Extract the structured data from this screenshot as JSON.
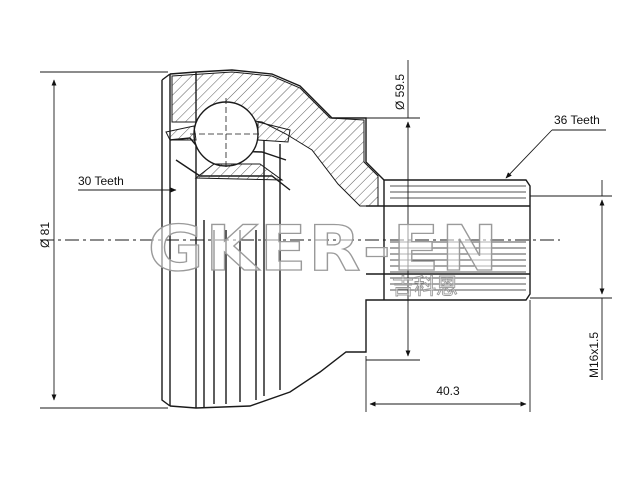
{
  "dimensions": {
    "outer_diameter": "Ø 81",
    "inner_diameter": "Ø 59.5",
    "thread": "M16x1.5",
    "shaft_length": "40.3"
  },
  "annotations": {
    "inner_teeth": "30 Teeth",
    "outer_teeth": "36 Teeth"
  },
  "watermark": {
    "brand": "GKER-EN",
    "subtitle": "吉科恩"
  },
  "colors": {
    "line": "#1a1a1a",
    "hatch": "#333333",
    "watermark_stroke": "#9a9a9a"
  }
}
